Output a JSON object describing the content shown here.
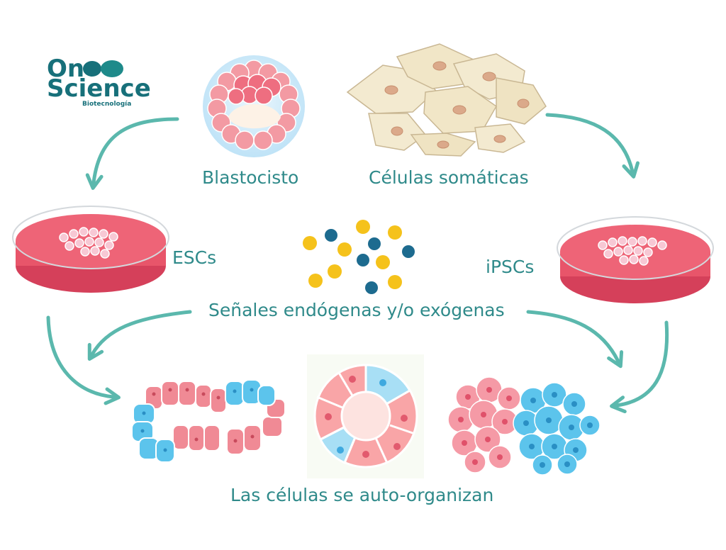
{
  "logo": {
    "word1": "On",
    "word2": "Science",
    "tagline": "Biotecnología",
    "color": "#17707a"
  },
  "labels": {
    "blastocyst": "Blastocisto",
    "somatic": "Células somáticas",
    "escs": "ESCs",
    "ipscs": "iPSCs",
    "signals": "Señales endógenas y/o exógenas",
    "selforg": "Las células se auto-organizan"
  },
  "colors": {
    "text": "#2f8a8a",
    "arrow": "#5bb8ad",
    "dish": "#e8556a",
    "signal_yellow": "#f5c21b",
    "signal_blue": "#1d6b8f",
    "cell_pink": "#f08a95",
    "cell_blue": "#5cc4ec",
    "somatic": "#f3ead0"
  }
}
